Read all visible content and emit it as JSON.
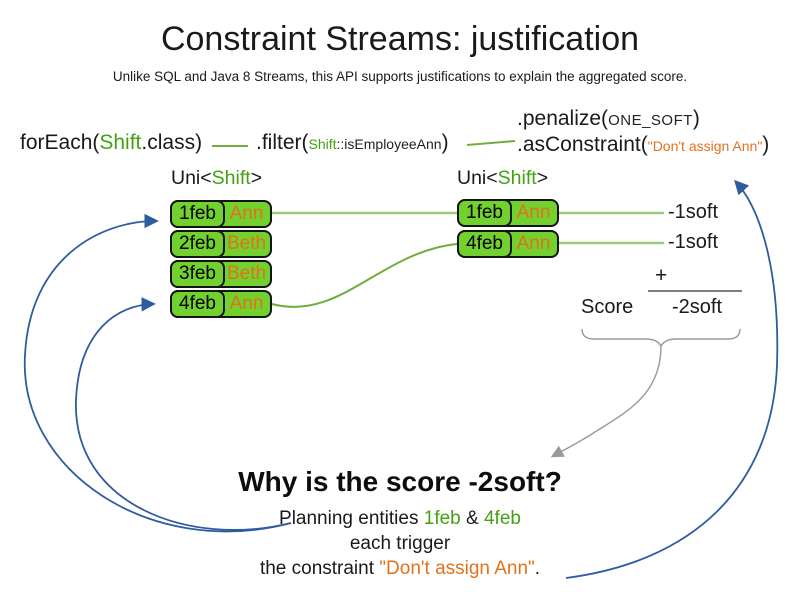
{
  "title": "Constraint Streams: justification",
  "subtitle": "Unlike SQL and Java 8 Streams, this API supports justifications to explain the aggregated score.",
  "code": {
    "foreach_pre": "forEach(",
    "foreach_token": "Shift",
    "foreach_post": ".class)",
    "filter_pre": ".filter(",
    "filter_token": "Shift",
    "filter_method": "::isEmployeeAnn",
    "filter_post": ")",
    "penalize_pre": ".penalize(",
    "penalize_arg": "ONE_SOFT",
    "penalize_post": ")",
    "asconstraint_pre": ".asConstraint(",
    "asconstraint_arg": "\"Don't assign Ann\"",
    "asconstraint_post": ")"
  },
  "left_stream": {
    "header_pre": "Uni<",
    "header_token": "Shift",
    "header_post": ">",
    "rows": [
      {
        "date": "1feb",
        "employee": "Ann"
      },
      {
        "date": "2feb",
        "employee": "Beth"
      },
      {
        "date": "3feb",
        "employee": "Beth"
      },
      {
        "date": "4feb",
        "employee": "Ann"
      }
    ]
  },
  "right_stream": {
    "header_pre": "Uni<",
    "header_token": "Shift",
    "header_post": ">",
    "rows": [
      {
        "date": "1feb",
        "employee": "Ann"
      },
      {
        "date": "4feb",
        "employee": "Ann"
      }
    ]
  },
  "score_panel": {
    "weights": [
      "-1soft",
      "-1soft"
    ],
    "plus": "+",
    "score_label": "Score",
    "total": "-2soft"
  },
  "explanation": {
    "question": "Why is the score -2soft?",
    "entities_pre": "Planning entities ",
    "entity_a": "1feb",
    "entities_mid": " & ",
    "entity_b": "4feb",
    "trigger": "each trigger",
    "constraint_pre": "the constraint ",
    "constraint_name": "\"Don't assign Ann\"",
    "constraint_post": "."
  },
  "colors": {
    "green_text": "#44a112",
    "cell_fill": "#72d02f",
    "orange": "#e2711d",
    "blue_arrow": "#2e5c9e",
    "line_green_light": "#9dc97b",
    "line_green": "#6fae3e",
    "gray": "#999999"
  }
}
